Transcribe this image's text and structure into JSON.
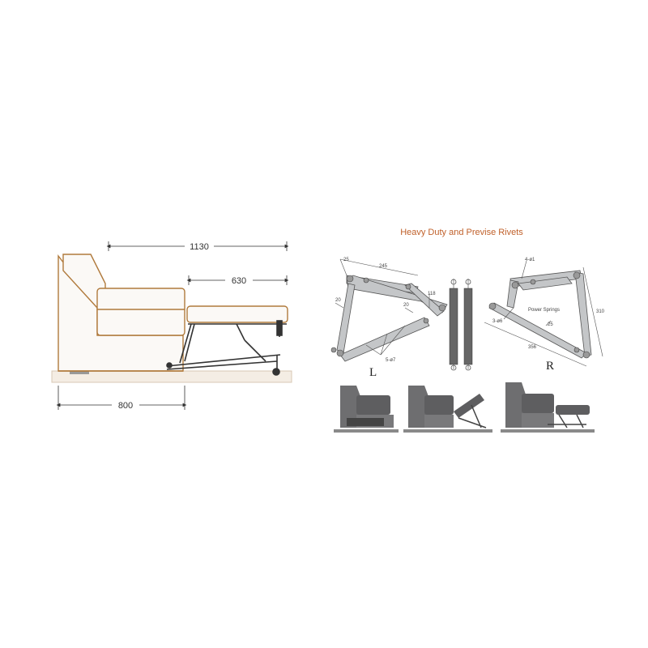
{
  "left_diagram": {
    "dim_total": "1130",
    "dim_extension": "630",
    "dim_base": "800"
  },
  "right_diagram": {
    "title": "Heavy Duty and Previse Rivets",
    "left_label": "L",
    "right_label": "R",
    "left_dims": {
      "d25": "25",
      "d245": "245",
      "d118": "118",
      "d20a": "20",
      "d20b": "20",
      "holes": "5-ø7"
    },
    "right_dims": {
      "top": "4-ø1",
      "holes": "3-ø6",
      "spring_label": "Power Springs",
      "d25": "25",
      "d356": "356",
      "d310": "310"
    }
  },
  "colors": {
    "outline": "#b07a3c",
    "metal": "#bfc1c3",
    "gray_sofa": "#6e6e70",
    "title": "#c0602a"
  }
}
